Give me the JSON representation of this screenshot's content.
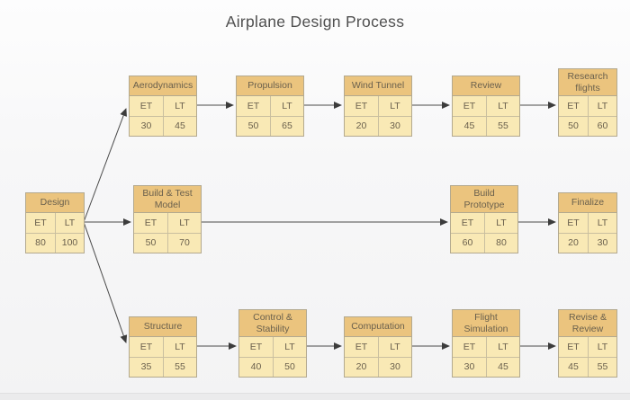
{
  "title": "Airplane Design Process",
  "labels": {
    "et": "ET",
    "lt": "LT"
  },
  "colors": {
    "node_header": "#ebc47e",
    "node_body": "#f9e9b5",
    "node_border": "#b3a98f",
    "arrow": "#444444",
    "title_text": "#4f4f4f"
  },
  "nodes": [
    {
      "id": "design",
      "title": "Design",
      "et": "80",
      "lt": "100"
    },
    {
      "id": "aerodynamics",
      "title": "Aerodynamics",
      "et": "30",
      "lt": "45"
    },
    {
      "id": "propulsion",
      "title": "Propulsion",
      "et": "50",
      "lt": "65"
    },
    {
      "id": "wind-tunnel",
      "title": "Wind Tunnel",
      "et": "20",
      "lt": "30"
    },
    {
      "id": "review",
      "title": "Review",
      "et": "45",
      "lt": "55"
    },
    {
      "id": "research-flights",
      "title": "Research flights",
      "et": "50",
      "lt": "60"
    },
    {
      "id": "build-test-model",
      "title": "Build & Test Model",
      "et": "50",
      "lt": "70"
    },
    {
      "id": "build-prototype",
      "title": "Build Prototype",
      "et": "60",
      "lt": "80"
    },
    {
      "id": "finalize",
      "title": "Finalize",
      "et": "20",
      "lt": "30"
    },
    {
      "id": "structure",
      "title": "Structure",
      "et": "35",
      "lt": "55"
    },
    {
      "id": "control-stability",
      "title": "Control & Stability",
      "et": "40",
      "lt": "50"
    },
    {
      "id": "computation",
      "title": "Computation",
      "et": "20",
      "lt": "30"
    },
    {
      "id": "flight-simulation",
      "title": "Flight Simulation",
      "et": "30",
      "lt": "45"
    },
    {
      "id": "revise-review",
      "title": "Revise & Review",
      "et": "45",
      "lt": "55"
    }
  ],
  "edges": [
    {
      "from": "design",
      "to": "aerodynamics"
    },
    {
      "from": "design",
      "to": "build-test-model"
    },
    {
      "from": "design",
      "to": "structure"
    },
    {
      "from": "aerodynamics",
      "to": "propulsion"
    },
    {
      "from": "propulsion",
      "to": "wind-tunnel"
    },
    {
      "from": "wind-tunnel",
      "to": "review"
    },
    {
      "from": "review",
      "to": "research-flights"
    },
    {
      "from": "build-test-model",
      "to": "build-prototype"
    },
    {
      "from": "build-prototype",
      "to": "finalize"
    },
    {
      "from": "structure",
      "to": "control-stability"
    },
    {
      "from": "control-stability",
      "to": "computation"
    },
    {
      "from": "computation",
      "to": "flight-simulation"
    },
    {
      "from": "flight-simulation",
      "to": "revise-review"
    }
  ]
}
